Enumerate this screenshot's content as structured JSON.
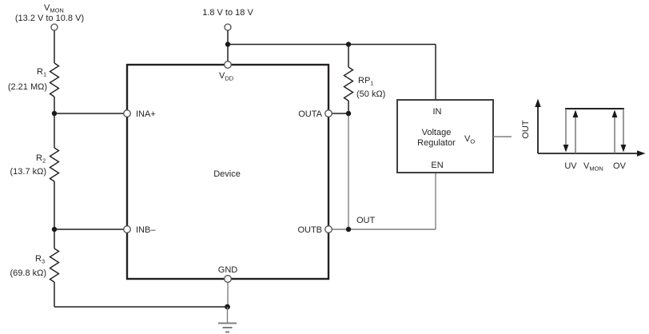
{
  "colors": {
    "line": "#231f20",
    "gray_wire": "#7f7f7f",
    "background": "#ffffff"
  },
  "monitored_input": {
    "label_base": "V",
    "label_sub": "MON",
    "range": "(13.2 V to 10.8 V)"
  },
  "supply": {
    "label": "1.8 V to 18 V"
  },
  "resistors": {
    "r1": {
      "name": "R",
      "sub": "1",
      "value": "(2.21 MΩ)"
    },
    "r2": {
      "name": "R",
      "sub": "2",
      "value": "(13.7 kΩ)"
    },
    "r3": {
      "name": "R",
      "sub": "3",
      "value": "(69.8 kΩ)"
    },
    "rp1": {
      "name": "RP",
      "sub": "1",
      "value": "(50 kΩ)"
    }
  },
  "device": {
    "label": "Device",
    "pin_ina": "INA+",
    "pin_inb": "INB–",
    "pin_outa": "OUTA",
    "pin_outb": "OUTB",
    "pin_vdd_base": "V",
    "pin_vdd_sub": "DD",
    "pin_gnd": "GND"
  },
  "nets": {
    "out": "OUT"
  },
  "regulator": {
    "pin_in": "IN",
    "title_line1": "Voltage",
    "title_line2": "Regulator",
    "vo_base": "V",
    "vo_sub": "O",
    "pin_en": "EN"
  },
  "graph": {
    "y_axis_label": "OUT",
    "tick_uv": "UV",
    "tick_vmon_base": "V",
    "tick_vmon_sub": "MON",
    "tick_ov": "OV"
  }
}
